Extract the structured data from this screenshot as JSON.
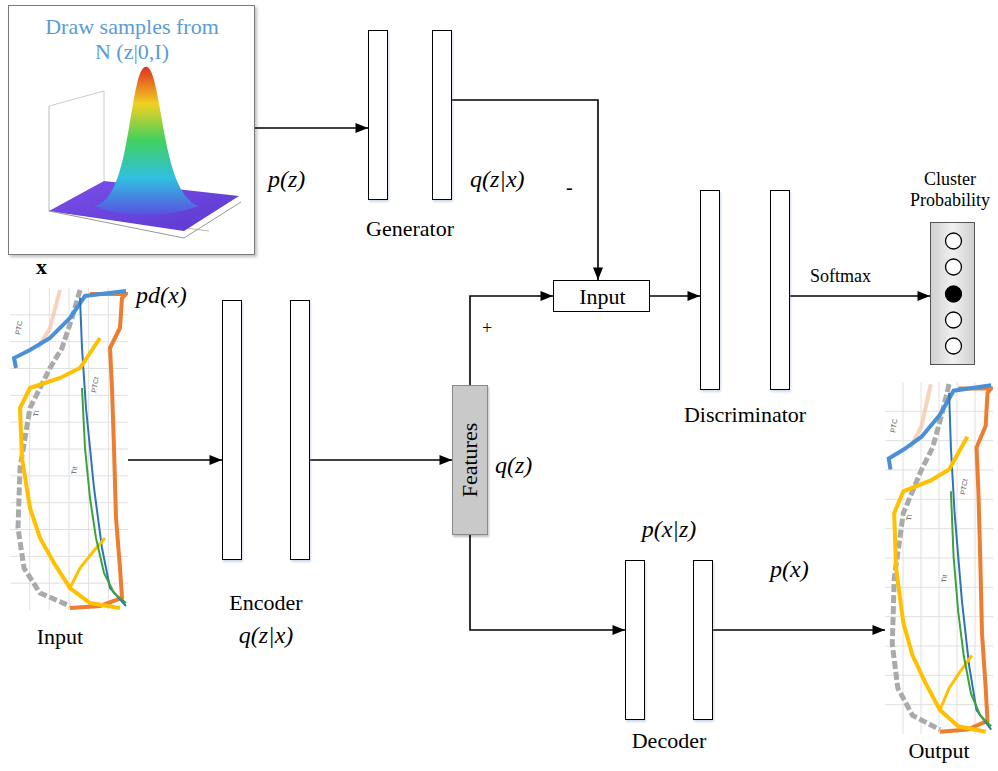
{
  "diagram": {
    "nodes": [
      {
        "text": [
          "Draw samples from N (z|0,I)"
        ]
      },
      {
        "text": [
          "Generator"
        ]
      },
      {
        "text": [
          "x",
          "pd(x)",
          "Input"
        ]
      },
      {
        "text": [
          "Encoder",
          "q(z|x)"
        ]
      },
      {
        "text": [
          "Features",
          "q(z)"
        ]
      },
      {
        "text": [
          "Input"
        ]
      },
      {
        "text": [
          "Discriminator"
        ]
      },
      {
        "text": [
          "Cluster Probability"
        ]
      },
      {
        "text": [
          "p(x|z)",
          "Decoder"
        ]
      },
      {
        "text": [
          "Output"
        ]
      }
    ],
    "edges": [
      {
        "from": 0,
        "to": 1,
        "arrow": "to",
        "label": "p(z)"
      },
      {
        "from": 1,
        "to": 5,
        "arrow": "to",
        "label": "q(z|x)"
      },
      {
        "from": 2,
        "to": 3,
        "arrow": "to"
      },
      {
        "from": 3,
        "to": 4,
        "arrow": "to"
      },
      {
        "from": 4,
        "to": 5,
        "arrow": "to",
        "label": "+"
      },
      {
        "from": 4,
        "to": 8,
        "arrow": "to"
      },
      {
        "from": 5,
        "to": 6,
        "arrow": "to"
      },
      {
        "from": 6,
        "to": 7,
        "arrow": "to",
        "label": "Softmax"
      },
      {
        "from": 8,
        "to": 9,
        "arrow": "to",
        "label": "p(x)"
      }
    ],
    "labels": [
      "-",
      "PTC",
      "TI",
      "PTCt",
      "TIt",
      "PTC",
      "TI",
      "PTCt",
      "TIt"
    ]
  }
}
